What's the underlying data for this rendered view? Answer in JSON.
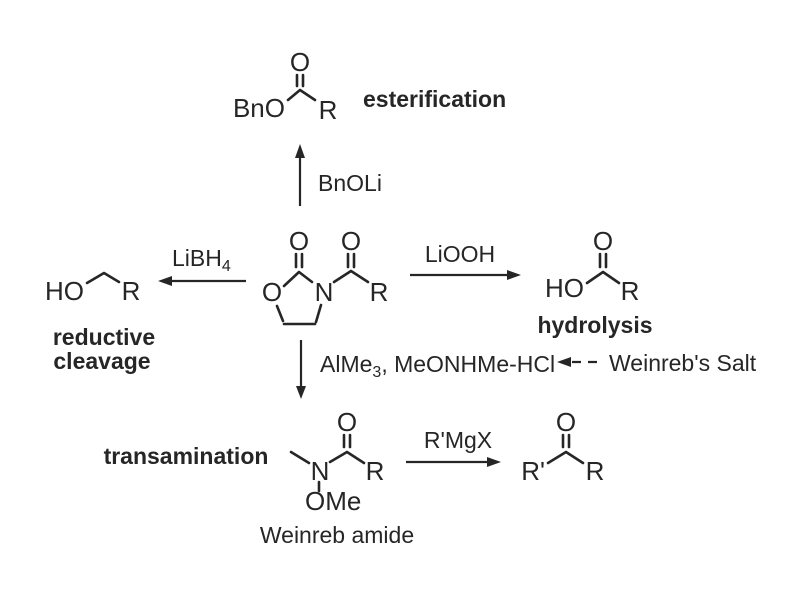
{
  "scheme": {
    "colors": {
      "ink": "#262626",
      "background": "#ffffff"
    },
    "substrate": {
      "atoms": {
        "ring_o": "O",
        "ring_carbonyl_o": "O",
        "ring_n": "N",
        "acyl_o": "O",
        "acyl_r": "R"
      }
    },
    "branches": {
      "esterification": {
        "reagent": "BnOLi",
        "label": "esterification",
        "product_atoms": {
          "obn": "BnO",
          "carbonyl_o": "O",
          "r": "R"
        }
      },
      "reductive_cleavage": {
        "reagent_base": "LiBH",
        "reagent_subscript": "4",
        "label_line1": "reductive",
        "label_line2": "cleavage",
        "product_atoms": {
          "ho": "HO",
          "r": "R"
        }
      },
      "hydrolysis": {
        "reagent": "LiOOH",
        "label": "hydrolysis",
        "product_atoms": {
          "ho": "HO",
          "carbonyl_o": "O",
          "r": "R"
        }
      },
      "transamination": {
        "reagent_base": "AlMe",
        "reagent_subscript": "3",
        "reagent_rest": ", MeONHMe-HCl",
        "annotation": "Weinreb's Salt",
        "label": "transamination",
        "product_caption": "Weinreb amide",
        "product_atoms": {
          "n": "N",
          "carbonyl_o": "O",
          "ome": "OMe",
          "r": "R"
        }
      },
      "grignard_addition": {
        "reagent": "R'MgX",
        "product_atoms": {
          "r_prime": "R'",
          "carbonyl_o": "O",
          "r": "R"
        }
      }
    }
  }
}
